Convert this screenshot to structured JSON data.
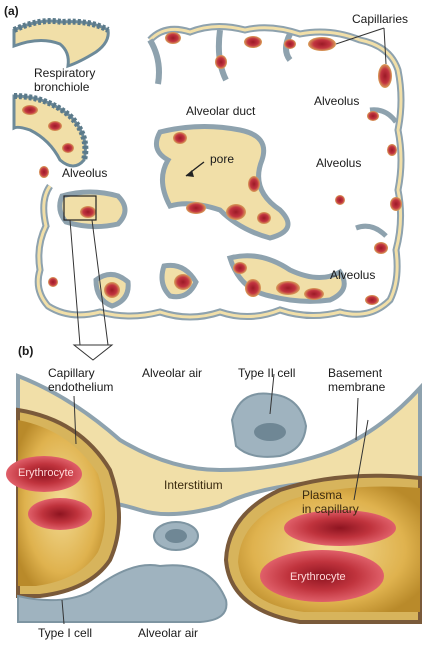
{
  "panel_a": {
    "letter": "(a)",
    "labels": {
      "capillaries": "Capillaries",
      "respiratory_bronchiole": [
        "Respiratory",
        "bronchiole"
      ],
      "alveolar_duct": "Alveolar duct",
      "alveolus_right_top": "Alveolus",
      "alveolus_left": "Alveolus",
      "alveolus_right_mid": "Alveolus",
      "alveolus_bottom": "Alveolus",
      "pore": "pore"
    }
  },
  "panel_b": {
    "letter": "(b)",
    "labels": {
      "capillary_endothelium": [
        "Capillary",
        "endothelium"
      ],
      "alveolar_air_top": "Alveolar air",
      "type_ii_cell": "Type II cell",
      "basement_membrane": [
        "Basement",
        "membrane"
      ],
      "erythrocyte_left": "Erythrocyte",
      "interstitium": "Interstitium",
      "plasma_in_capillary": [
        "Plasma",
        "in capillary"
      ],
      "erythrocyte_right": "Erythrocyte",
      "type_i_cell": "Type I cell",
      "alveolar_air_bottom": "Alveolar air"
    }
  },
  "colors": {
    "tissue_tan": "#f1dfa8",
    "wall_blue": "#9fb3bf",
    "capillary_red": "#c0333d",
    "cell_blue": "#8ea7b4",
    "plasma_yellow": "#e9c86a"
  }
}
